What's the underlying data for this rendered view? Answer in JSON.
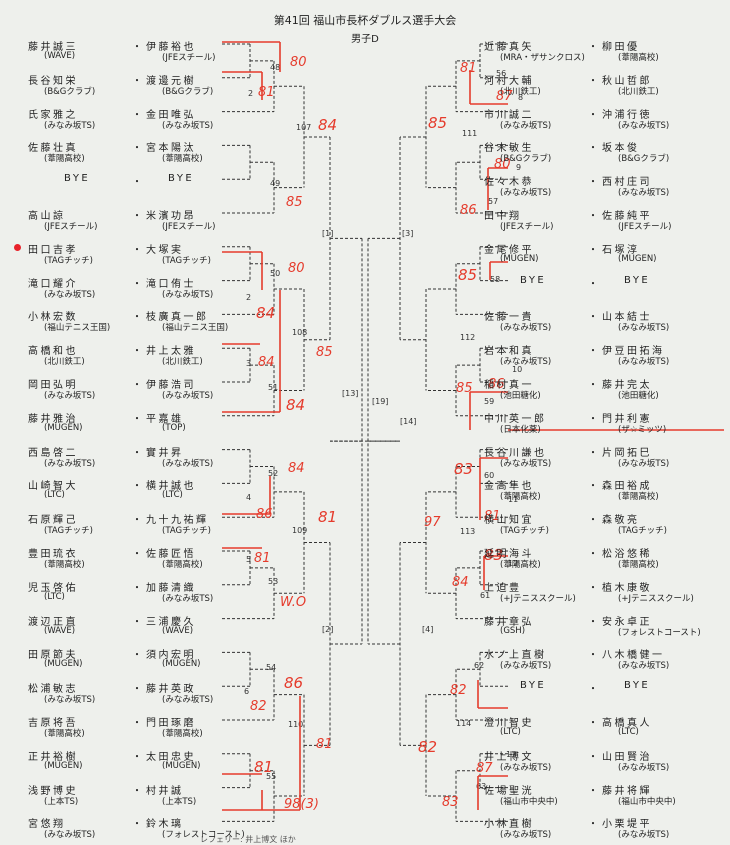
{
  "title": "第41回 福山市長杯ダブルス選手大会",
  "subtitle": "男子D",
  "left_entries": [
    {
      "p1": "藤井誠三",
      "p2": "伊藤裕也",
      "c1": "(WAVE)",
      "c2": "(JFEスチール)"
    },
    {
      "p1": "長谷知栄",
      "p2": "渡邊元樹",
      "c1": "(B&Gクラブ)",
      "c2": "(B&Gクラブ)"
    },
    {
      "p1": "氏家雅之",
      "p2": "金田唯弘",
      "c1": "(みなみ坂TS)",
      "c2": "(みなみ坂TS)"
    },
    {
      "p1": "佐藤壮真",
      "p2": "宮本陽汰",
      "c1": "(葦陽高校)",
      "c2": "(葦陽高校)"
    },
    {
      "p1": "BYE",
      "p2": "BYE",
      "c1": "",
      "c2": "",
      "bye": true
    },
    {
      "p1": "高山諒",
      "p2": "米濱功昂",
      "c1": "(JFEスチール)",
      "c2": "(JFEスチール)"
    },
    {
      "p1": "田口吉孝",
      "p2": "大塚実",
      "c1": "(TAGチッチ)",
      "c2": "(TAGチッチ)",
      "marked": true
    },
    {
      "p1": "滝口耀介",
      "p2": "滝口侑士",
      "c1": "(みなみ坂TS)",
      "c2": "(みなみ坂TS)"
    },
    {
      "p1": "小林宏数",
      "p2": "枝廣真一郎",
      "c1": "(福山テニス王国)",
      "c2": "(福山テニス王国)"
    },
    {
      "p1": "高橋和也",
      "p2": "井上太雅",
      "c1": "(北川鉄工)",
      "c2": "(北川鉄工)"
    },
    {
      "p1": "岡田弘明",
      "p2": "伊藤浩司",
      "c1": "(みなみ坂TS)",
      "c2": "(みなみ坂TS)"
    },
    {
      "p1": "藤井雅治",
      "p2": "平嘉雄",
      "c1": "(MUGEN)",
      "c2": "(TOP)"
    },
    {
      "p1": "西島啓二",
      "p2": "實井昇",
      "c1": "(みなみ坂TS)",
      "c2": "(みなみ坂TS)"
    },
    {
      "p1": "山崎智大",
      "p2": "横井誠也",
      "c1": "(LTC)",
      "c2": "(LTC)"
    },
    {
      "p1": "石原輝己",
      "p2": "九十九祐輝",
      "c1": "(TAGチッチ)",
      "c2": "(TAGチッチ)"
    },
    {
      "p1": "豊田琉衣",
      "p2": "佐藤匠悟",
      "c1": "(葦陽高校)",
      "c2": "(葦陽高校)"
    },
    {
      "p1": "児玉啓佑",
      "p2": "加藤清織",
      "c1": "(LTC)",
      "c2": "(みなみ坂TS)"
    },
    {
      "p1": "渡辺正直",
      "p2": "三浦慶久",
      "c1": "(WAVE)",
      "c2": "(WAVE)"
    },
    {
      "p1": "田原節夫",
      "p2": "須内宏明",
      "c1": "(MUGEN)",
      "c2": "(MUGEN)"
    },
    {
      "p1": "松浦敏志",
      "p2": "藤井英政",
      "c1": "(みなみ坂TS)",
      "c2": "(みなみ坂TS)"
    },
    {
      "p1": "吉原将吾",
      "p2": "門田琢磨",
      "c1": "(葦陽高校)",
      "c2": "(葦陽高校)"
    },
    {
      "p1": "正井裕樹",
      "p2": "太田忠史",
      "c1": "(MUGEN)",
      "c2": "(MUGEN)"
    },
    {
      "p1": "浅野博史",
      "p2": "村井誠",
      "c1": "(上本TS)",
      "c2": "(上本TS)"
    },
    {
      "p1": "宮悠翔",
      "p2": "鈴木璃",
      "c1": "(みなみ坂TS)",
      "c2": "(フォレストコースト)"
    }
  ],
  "right_entries": [
    {
      "p1": "近藤真矢",
      "p2": "柳田優",
      "c1": "(MRA・ザサンクロス)",
      "c2": "(葦陽高校)"
    },
    {
      "p1": "河村大輔",
      "p2": "秋山哲郎",
      "c1": "(北川鉄工)",
      "c2": "(北川鉄工)"
    },
    {
      "p1": "市川誠二",
      "p2": "沖浦行徳",
      "c1": "(みなみ坂TS)",
      "c2": "(みなみ坂TS)"
    },
    {
      "p1": "谷末敏生",
      "p2": "坂本俊",
      "c1": "(B&Gクラブ)",
      "c2": "(B&Gクラブ)"
    },
    {
      "p1": "佐々木恭",
      "p2": "西村庄司",
      "c1": "(みなみ坂TS)",
      "c2": "(みなみ坂TS)"
    },
    {
      "p1": "田中翔",
      "p2": "佐藤純平",
      "c1": "(JFEスチール)",
      "c2": "(JFEスチール)"
    },
    {
      "p1": "金尾修平",
      "p2": "石塚淳",
      "c1": "(MUGEN)",
      "c2": "(MUGEN)"
    },
    {
      "p1": "BYE",
      "p2": "BYE",
      "c1": "",
      "c2": "",
      "bye": true
    },
    {
      "p1": "佐藤一貴",
      "p2": "山本結士",
      "c1": "(みなみ坂TS)",
      "c2": "(みなみ坂TS)"
    },
    {
      "p1": "岩本和真",
      "p2": "伊豆田拓海",
      "c1": "(みなみ坂TS)",
      "c2": "(みなみ坂TS)"
    },
    {
      "p1": "稲村真一",
      "p2": "藤井完太",
      "c1": "(池田糖化)",
      "c2": "(池田糖化)"
    },
    {
      "p1": "中川英一郎",
      "p2": "門井利憲",
      "c1": "(日本化薬)",
      "c2": "(ザ☆ミッツ)"
    },
    {
      "p1": "長谷川謙也",
      "p2": "片岡拓巳",
      "c1": "(みなみ坂TS)",
      "c2": "(みなみ坂TS)"
    },
    {
      "p1": "金高隼也",
      "p2": "森田裕成",
      "c1": "(葦陽高校)",
      "c2": "(葦陽高校)"
    },
    {
      "p1": "横山知宜",
      "p2": "森敬亮",
      "c1": "(TAGチッチ)",
      "c2": "(TAGチッチ)"
    },
    {
      "p1": "延明海斗",
      "p2": "松浴悠稀",
      "c1": "(葦陽高校)",
      "c2": "(葦陽高校)"
    },
    {
      "p1": "上迫豊",
      "p2": "植木康敬",
      "c1": "(+Jテニススクール)",
      "c2": "(+Jテニススクール)"
    },
    {
      "p1": "藤井章弘",
      "p2": "安永卓正",
      "c1": "(GSH)",
      "c2": "(フォレストコースト)"
    },
    {
      "p1": "水ノ上直樹",
      "p2": "八木橋健一",
      "c1": "(みなみ坂TS)",
      "c2": "(みなみ坂TS)"
    },
    {
      "p1": "BYE",
      "p2": "BYE",
      "c1": "",
      "c2": "",
      "bye": true
    },
    {
      "p1": "澄川智史",
      "p2": "高橋真人",
      "c1": "(LTC)",
      "c2": "(LTC)"
    },
    {
      "p1": "井上博文",
      "p2": "山田賢治",
      "c1": "(みなみ坂TS)",
      "c2": "(みなみ坂TS)"
    },
    {
      "p1": "佐場聖洸",
      "p2": "藤井将輝",
      "c1": "(福山市中央中)",
      "c2": "(福山市中央中)"
    },
    {
      "p1": "小林直樹",
      "p2": "小栗堤平",
      "c1": "(みなみ坂TS)",
      "c2": "(みなみ坂TS)"
    }
  ],
  "left_match_numbers": [
    "48",
    "2",
    "107",
    "49",
    "50",
    "2",
    "108",
    "3",
    "51",
    "52",
    "4",
    "109",
    "5",
    "53",
    "54",
    "6",
    "110",
    "55"
  ],
  "right_match_numbers": [
    "56",
    "8",
    "111",
    "9",
    "57",
    "58",
    "112",
    "10",
    "59",
    "60",
    "11",
    "113",
    "12",
    "61",
    "62",
    "114",
    "13",
    "63"
  ],
  "center_labels": [
    "[1]",
    "[3]",
    "[13]",
    "[19]",
    "[14]",
    "[2]",
    "[4]"
  ],
  "handwritten_scores_left": [
    "80",
    "81",
    "84",
    "85",
    "80",
    "84",
    "85",
    "84",
    "84",
    "84",
    "86",
    "81",
    "81",
    "W.O",
    "86",
    "82",
    "81",
    "81",
    "98(3)"
  ],
  "handwritten_scores_right": [
    "81",
    "87",
    "85",
    "80",
    "86",
    "85",
    "86",
    "85",
    "83",
    "81",
    "97",
    "83",
    "84",
    "82",
    "82",
    "87",
    "83"
  ],
  "footer": "レフェリー: 井上博文 ほか",
  "colors": {
    "score": "#e53b2c",
    "line": "#333333",
    "paper": "#eef0ec",
    "dot": "#e8222a"
  }
}
